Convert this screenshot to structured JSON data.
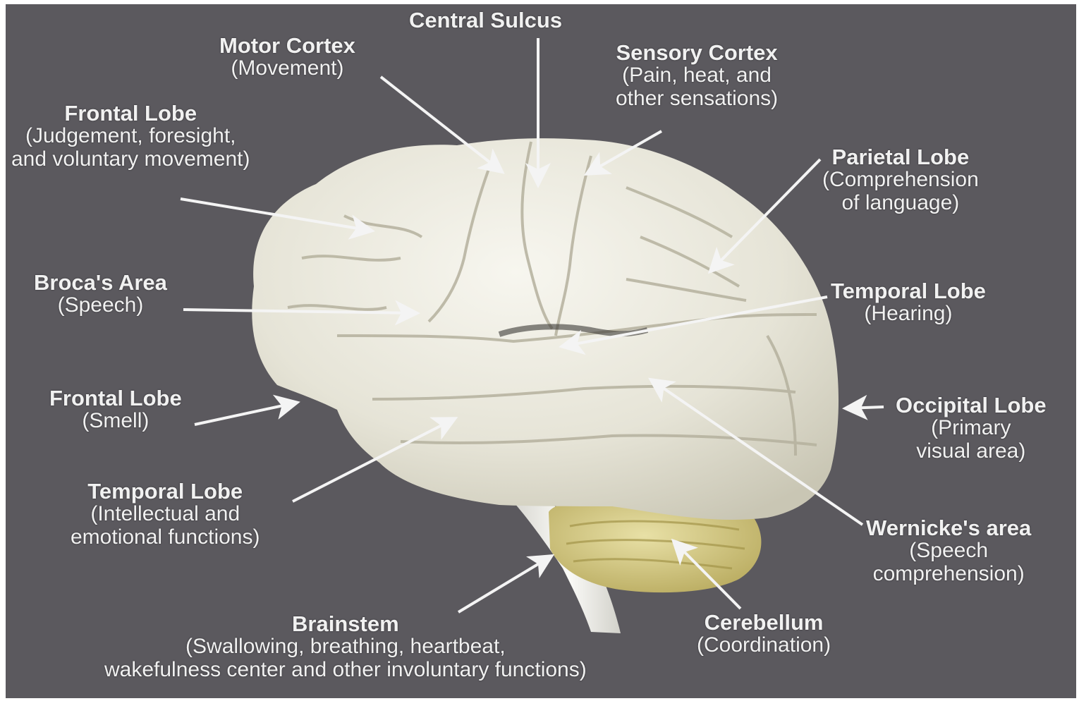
{
  "colors": {
    "background": "#5b595e",
    "brain": "#e8e6da",
    "cerebellum": "#d7cc8a",
    "text": "#f1f1f1",
    "pointer": "#f4f4f4"
  },
  "labels": {
    "central_sulcus": {
      "title": "Central Sulcus",
      "desc": []
    },
    "motor_cortex": {
      "title": "Motor Cortex",
      "desc": [
        "(Movement)"
      ]
    },
    "sensory_cortex": {
      "title": "Sensory Cortex",
      "desc": [
        "(Pain, heat, and",
        "other sensations)"
      ]
    },
    "frontal_lobe_top": {
      "title": "Frontal Lobe",
      "desc": [
        "(Judgement, foresight,",
        "and voluntary movement)"
      ]
    },
    "parietal_lobe": {
      "title": "Parietal Lobe",
      "desc": [
        "(Comprehension",
        "of language)"
      ]
    },
    "brocas_area": {
      "title": "Broca's Area",
      "desc": [
        "(Speech)"
      ]
    },
    "temporal_lobe_right": {
      "title": "Temporal Lobe",
      "desc": [
        "(Hearing)"
      ]
    },
    "frontal_lobe_smell": {
      "title": "Frontal Lobe",
      "desc": [
        "(Smell)"
      ]
    },
    "occipital_lobe": {
      "title": "Occipital Lobe",
      "desc": [
        "(Primary",
        "visual area)"
      ]
    },
    "temporal_lobe_left": {
      "title": "Temporal Lobe",
      "desc": [
        "(Intellectual and",
        "emotional functions)"
      ]
    },
    "wernickes_area": {
      "title": "Wernicke's area",
      "desc": [
        "(Speech",
        "comprehension)"
      ]
    },
    "brainstem": {
      "title": "Brainstem",
      "desc": [
        "(Swallowing, breathing, heartbeat,",
        "wakefulness center and other involuntary functions)"
      ]
    },
    "cerebellum": {
      "title": "Cerebellum",
      "desc": [
        "(Coordination)"
      ]
    }
  }
}
